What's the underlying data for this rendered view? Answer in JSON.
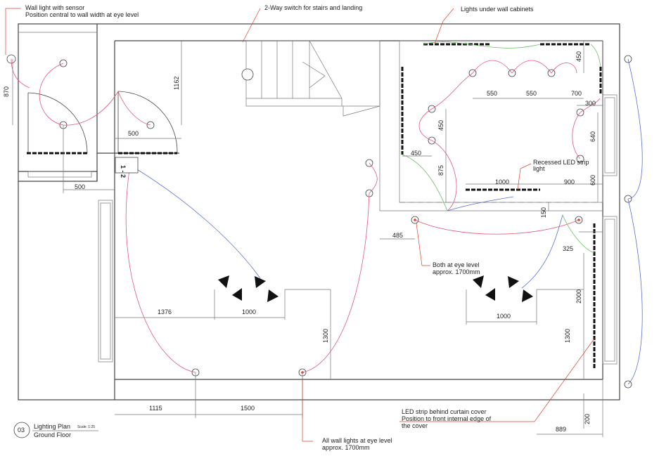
{
  "annotations": {
    "wall_light_title": "Wall light with sensor",
    "wall_light_note": "Position central to wall width at eye level",
    "switch_note": "2-Way switch for stairs and landing",
    "cabinet_lights": "Lights under wall cabinets",
    "recessed_1": "Recessed LED strip",
    "recessed_2": "light",
    "both_eye_1": "Both at eye level",
    "both_eye_2": "approx. 1700mm",
    "all_wall_1": "All wall lights at eye level",
    "all_wall_2": "approx. 1700mm",
    "led_behind_1": "LED strip behind curtain cover",
    "led_behind_2": "Position to front internal edge of",
    "led_behind_3": "the cover"
  },
  "dimensions": {
    "d870": "870",
    "d1162": "1162",
    "d500a": "500",
    "d500b": "500",
    "d450a": "450",
    "d550a": "550",
    "d550b": "550",
    "d700": "700",
    "d300": "300",
    "d640": "640",
    "d450b": "450",
    "d450c": "450",
    "d875": "875",
    "d1000a": "1000",
    "d900": "900",
    "d600": "600",
    "d150": "150",
    "d485": "485",
    "d325": "325",
    "d1376": "1376",
    "d1000b": "1000",
    "d1000c": "1000",
    "d2000": "2000",
    "d1300a": "1300",
    "d1300b": "1300",
    "d1115": "1115",
    "d1500": "1500",
    "d200": "200",
    "d889": "889"
  },
  "switch_label": "1 - 2",
  "title_block": {
    "number": "03",
    "title": "Lighting Plan",
    "subtitle": "Ground Floor",
    "scale": "Scale: 1:25"
  },
  "colors": {
    "pink_wiring": "#e05a7a",
    "blue_wiring": "#5a6fd6",
    "green_wiring": "#6bbf62",
    "leader": "#d9412f"
  }
}
